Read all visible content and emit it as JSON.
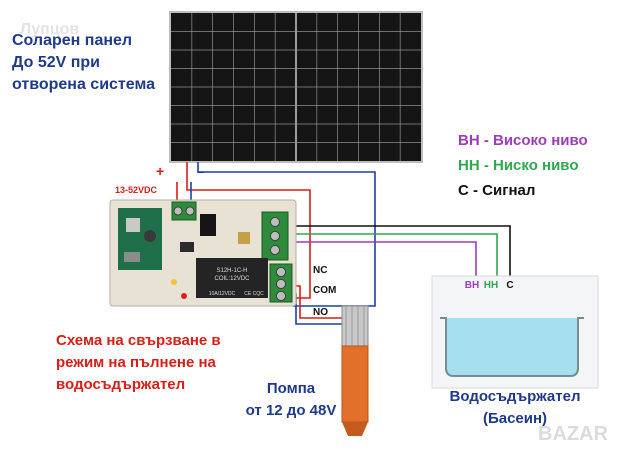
{
  "colors": {
    "label_navy": "#1f3a8a",
    "wire_red": "#d91e18",
    "wire_blue": "#1b3fa8",
    "sensor_purple": "#9b3db8",
    "sensor_green": "#2fa84f",
    "signal_black": "#111111",
    "water": "#9fdcec",
    "pump_orange": "#e2702a"
  },
  "panel": {
    "title_lines": [
      "Соларен панел",
      "До 52V при",
      "отворена система"
    ],
    "plus_label": "+",
    "minus_label": "–",
    "voltage_label": "13-52VDC"
  },
  "legend": {
    "bh": "ВН -  Високо ниво",
    "hh": "НН -  Ниско ниво",
    "c": "С   -  Сигнал"
  },
  "relay": {
    "nc": "NC",
    "com": "COM",
    "no": "NO",
    "relay_text_1": "S12H-1C-H",
    "relay_text_2": "COIL:12VDC",
    "relay_text_3": "10A/12VDC",
    "relay_text_4": "CE CQC"
  },
  "tank": {
    "bh": "ВН",
    "hh": "НН",
    "c": "С",
    "label_lines": [
      "Водосъдържател",
      "(Басеин)"
    ]
  },
  "scheme_caption_lines": [
    "Схема на свързване в",
    "режим на  пълнене на",
    "водосъдържател"
  ],
  "pump": {
    "label_lines": [
      "Помпа",
      "от 12 до 48V"
    ]
  },
  "watermark": {
    "top_left": "Лупцов",
    "bottom_right": "BAZAR"
  }
}
